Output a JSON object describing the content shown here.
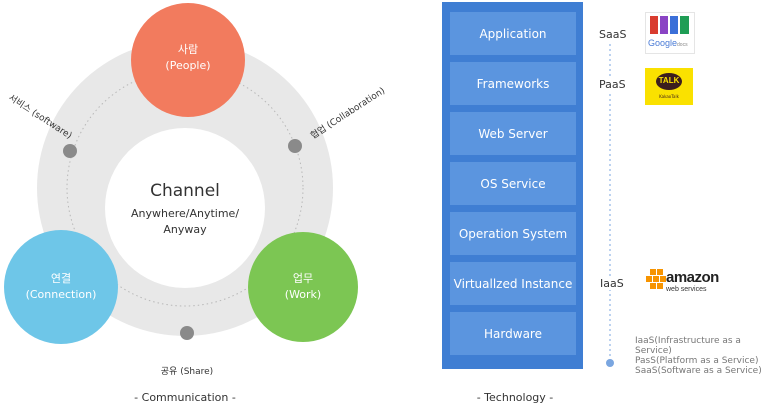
{
  "communication": {
    "center": {
      "title": "Channel",
      "line1": "Anywhere/Anytime/",
      "line2": "Anyway"
    },
    "people": {
      "label": "사람",
      "sub": "(People)"
    },
    "connection": {
      "label": "연결",
      "sub": "(Connection)"
    },
    "work": {
      "label": "업무",
      "sub": "(Work)"
    },
    "software": "서비스 (software)",
    "collaboration": "협업 (Collaboration)",
    "share": "공유 (Share)",
    "caption": "- Communication -",
    "colors": {
      "people": "#f27b5e",
      "connection": "#6ec6e8",
      "work": "#7cc653",
      "ring": "#e5e5e5",
      "dot": "#8a8a8a"
    }
  },
  "technology": {
    "layers": [
      "Application",
      "Frameworks",
      "Web Server",
      "OS Service",
      "Operation System",
      "Virtuallzed Instance",
      "Hardware"
    ],
    "tiers": {
      "saas": "SaaS",
      "paas": "PaaS",
      "iaas": "IaaS"
    },
    "logos": {
      "google": {
        "icon": "google-docs-icon",
        "text": "Google",
        "suffix": "docs"
      },
      "kakao": {
        "icon": "kakaotalk-icon",
        "text": "TALK",
        "sub": "KakaoTalk"
      },
      "amazon": {
        "icon": "aws-icon",
        "text": "amazon",
        "sub": "web services"
      }
    },
    "legend": [
      "IaaS(Infrastructure as a Service)",
      "PasS(Platform as a Service)",
      "SaaS(Software as a Service)"
    ],
    "caption": "- Technology -",
    "colors": {
      "stack": "#3f7ed3",
      "layer": "#5b95df",
      "kakao": "#fae100",
      "aws": "#f79400"
    }
  }
}
